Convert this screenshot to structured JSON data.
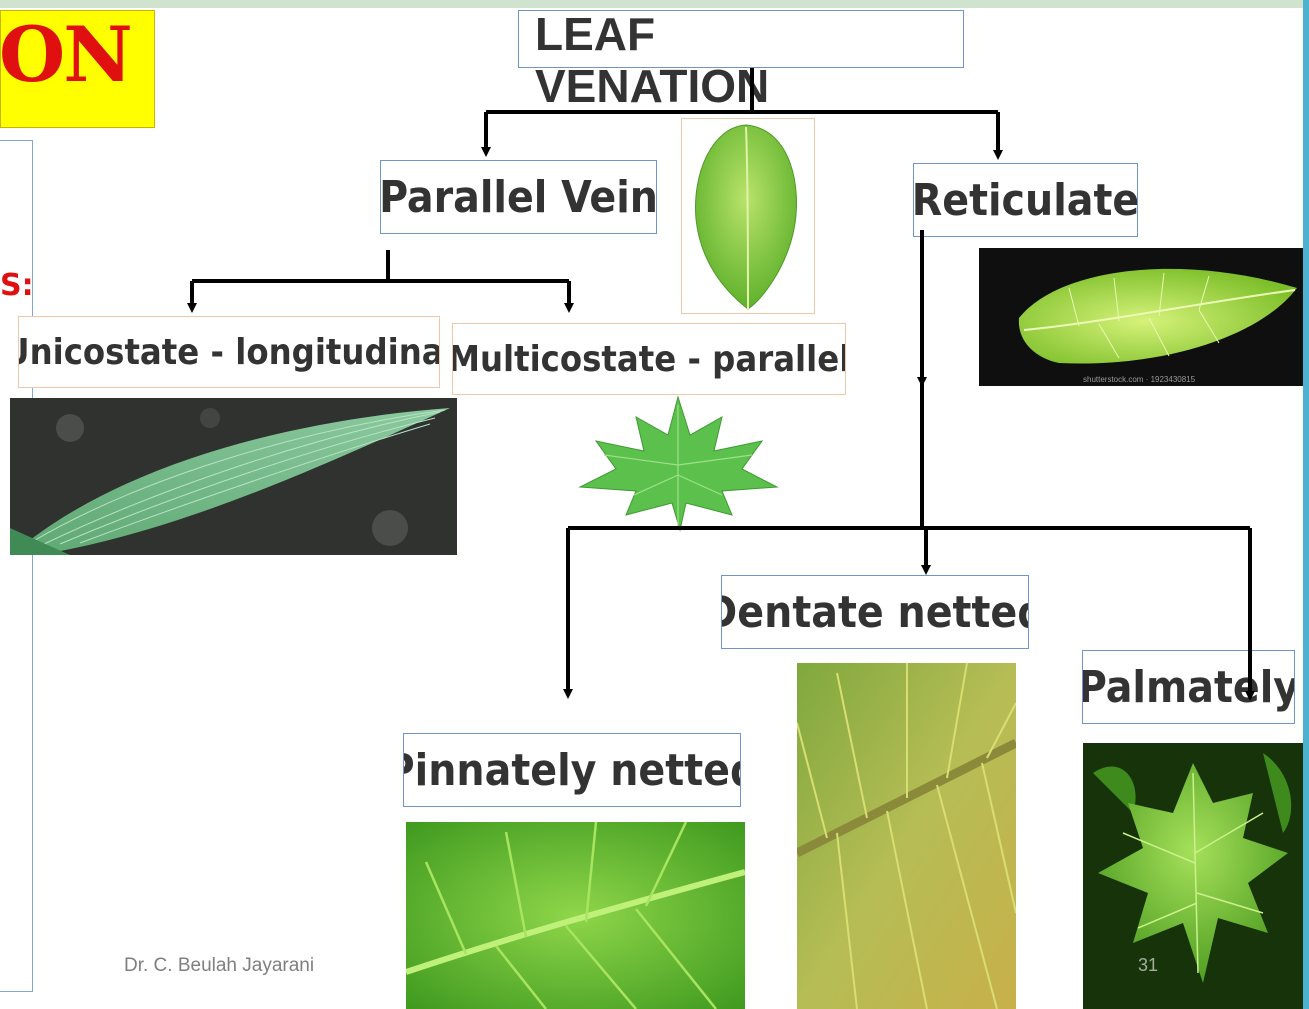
{
  "slide": {
    "title_fragment": "ON",
    "left_fragment": "S:",
    "title": "LEAF VENATION",
    "footer": "Dr. C. Beulah Jayarani",
    "page_number": "31"
  },
  "nodes": {
    "parallel": "Parallel Vein",
    "reticulate": "Reticulate",
    "unicostate": "Unicostate - longitudinal",
    "multicostate": "Multicostate - parallel",
    "dentate": "Dentate netted",
    "pinnately": "Pinnately netted",
    "palmately": "Palmately"
  },
  "images": {
    "reticulate_credit": "shutterstock.com · 1923430815"
  },
  "colors": {
    "title_accent": "#e01010",
    "highlight": "#ffff00",
    "box_border": "#7094cc",
    "leaf_green": "#6cc04a",
    "connector": "#000000"
  }
}
